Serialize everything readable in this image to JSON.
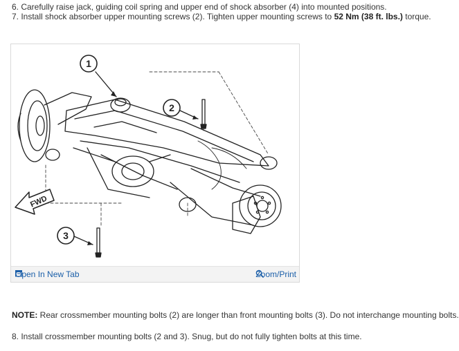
{
  "steps": {
    "step6": "6. Carefully raise jack, guiding coil spring and upper end of shock absorber (4) into mounted positions.",
    "step7_pre": "7. Install shock absorber upper mounting screws (2). Tighten upper mounting screws to ",
    "step7_bold": "52 Nm (38 ft. lbs.)",
    "step7_post": " torque.",
    "step8": "8. Install crossmember mounting bolts (2 and 3). Snug, but do not fully tighten bolts at this time."
  },
  "figure": {
    "callouts": [
      "1",
      "2",
      "3"
    ],
    "arrow_label": "FWD",
    "open_label": "Open In New Tab",
    "zoom_label": "Zoom/Print",
    "open_icon": "open-in-new-tab-icon",
    "zoom_icon": "magnifier-icon"
  },
  "note": {
    "label": "NOTE:",
    "text": " Rear crossmember mounting bolts (2) are longer than front mounting bolts (3). Do not interchange mounting bolts."
  },
  "colors": {
    "link": "#1a5ea8",
    "text": "#333333",
    "toolbar": "#f3f3f3"
  }
}
